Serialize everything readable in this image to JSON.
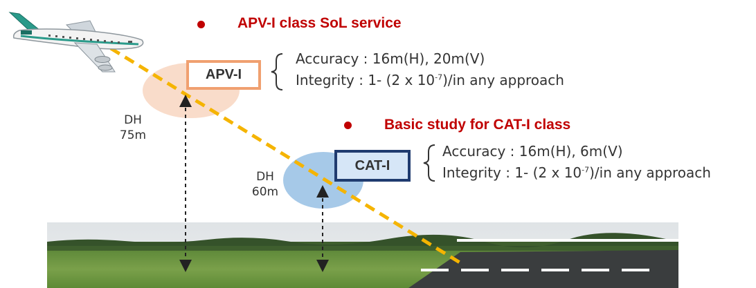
{
  "apv": {
    "heading": "APV-I class SoL service",
    "box_label": "APV-I",
    "accuracy": "Accuracy : 16m(H), 20m(V)",
    "integrity_prefix": "Integrity : 1- (2 x 10",
    "integrity_exp": "-7",
    "integrity_suffix": ")/in any approach",
    "dh_label": "DH",
    "dh_value": "75m"
  },
  "cat": {
    "heading": "Basic study for CAT-I class",
    "box_label": "CAT-I",
    "accuracy": "Accuracy : 16m(H), 6m(V)",
    "integrity_prefix": "Integrity : 1- (2 x 10",
    "integrity_exp": "-7",
    "integrity_suffix": ")/in any approach",
    "dh_label": "DH",
    "dh_value": "60m"
  },
  "colors": {
    "heading_red": "#c00000",
    "glide_path": "#f5b400",
    "apv_box_border": "#f0a070",
    "apv_ellipse": "#f8d8c4",
    "cat_box_border": "#1f3b6f",
    "cat_box_fill": "#d6e6f7",
    "cat_ellipse": "#9cc3e6"
  },
  "icons": {
    "aircraft": "airplane-icon",
    "bullet": "bullet-dot-icon",
    "brace": "curly-brace-icon",
    "arrow": "double-arrow-icon"
  }
}
